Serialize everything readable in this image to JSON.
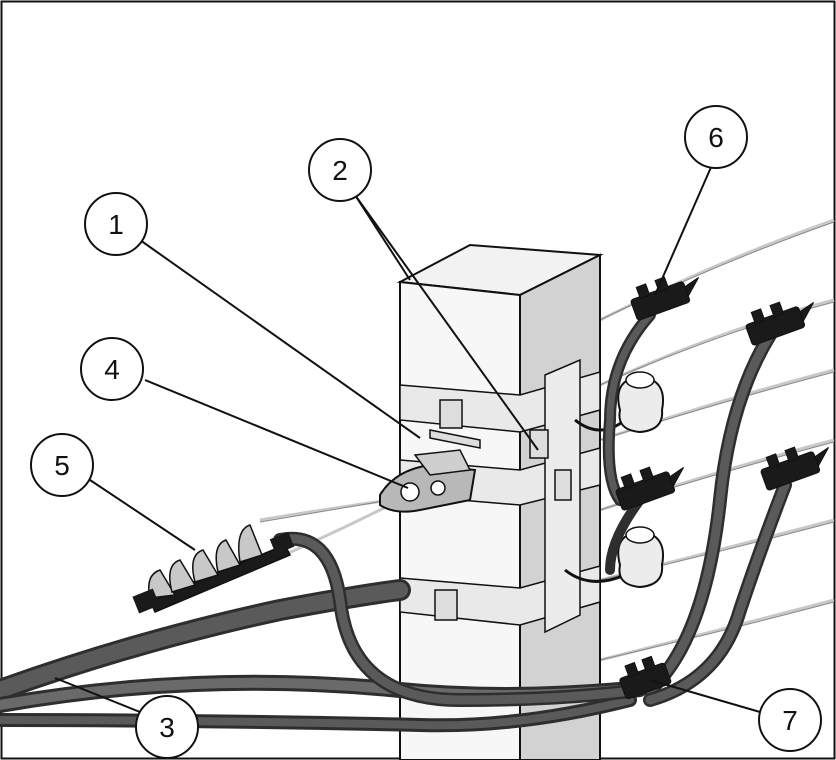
{
  "callouts": [
    {
      "id": "1",
      "label": "1"
    },
    {
      "id": "2",
      "label": "2"
    },
    {
      "id": "3",
      "label": "3"
    },
    {
      "id": "4",
      "label": "4"
    },
    {
      "id": "5",
      "label": "5"
    },
    {
      "id": "6",
      "label": "6"
    },
    {
      "id": "7",
      "label": "7"
    }
  ],
  "colors": {
    "ink": "#111111",
    "pole_front": "#f6f6f6",
    "pole_side": "#d4d4d4",
    "cable": "#5a5a5a",
    "cable_dark": "#2e2e2e",
    "clamp": "#1a1a1a",
    "insulator": "#ececec",
    "wire": "#c8c8c8"
  },
  "icons": {
    "pole": "concrete-pole-icon",
    "clamp": "piercing-connector-icon",
    "insulator": "insulator-icon",
    "tension_clamp": "tension-clamp-icon"
  }
}
